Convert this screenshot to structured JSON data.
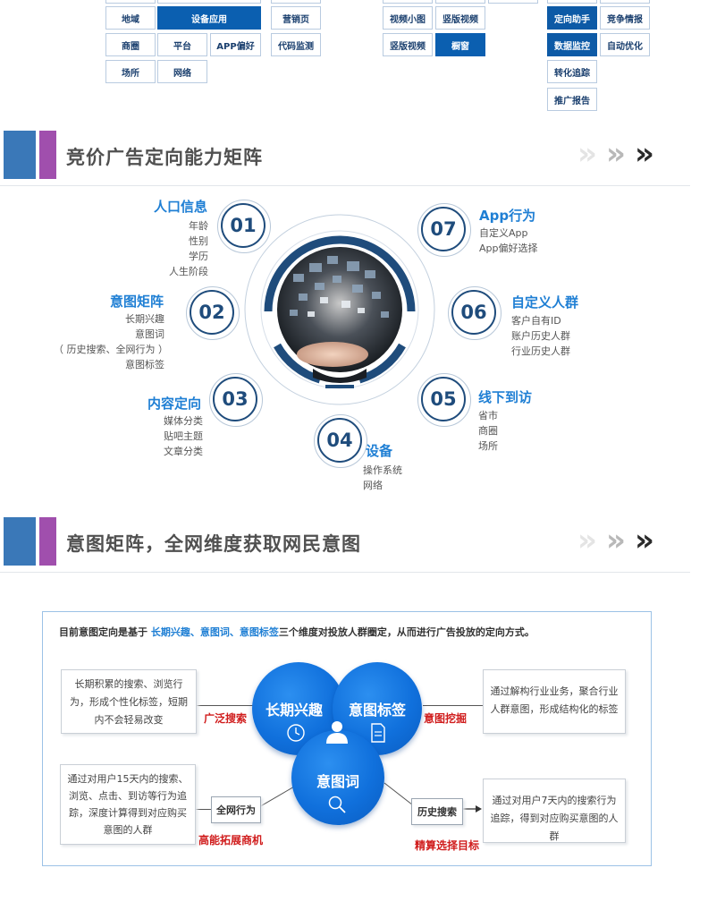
{
  "tags": {
    "col1": [
      "地域",
      "设备应用",
      "营销页",
      "商圈",
      "平台",
      "APP偏好",
      "代码监测",
      "场所",
      "网络"
    ],
    "col2": [
      "视频小图",
      "竖版视频",
      "竖版视频",
      "橱窗"
    ],
    "col3": [
      "定向助手",
      "竞争情报",
      "数据监控",
      "自动优化",
      "转化追踪",
      "推广报告"
    ]
  },
  "section1": {
    "title": "竞价广告定向能力矩阵"
  },
  "capabilities": [
    {
      "num": "01",
      "title": "人口信息",
      "items": [
        "年龄",
        "性别",
        "学历",
        "人生阶段"
      ]
    },
    {
      "num": "02",
      "title": "意图矩阵",
      "items": [
        "长期兴趣",
        "意图词",
        "（ 历史搜索、全网行为 ）",
        "意图标签"
      ]
    },
    {
      "num": "03",
      "title": "内容定向",
      "items": [
        "媒体分类",
        "贴吧主题",
        "文章分类"
      ]
    },
    {
      "num": "04",
      "title": "设备",
      "items": [
        "操作系统",
        "网络"
      ]
    },
    {
      "num": "05",
      "title": "线下到访",
      "items": [
        "省市",
        "商圈",
        "场所"
      ]
    },
    {
      "num": "06",
      "title": "自定义人群",
      "items": [
        "客户自有ID",
        "账户历史人群",
        "行业历史人群"
      ]
    },
    {
      "num": "07",
      "title": "App行为",
      "items": [
        "自定义App",
        "App偏好选择"
      ]
    }
  ],
  "section2": {
    "title": "意图矩阵，全网维度获取网民意图"
  },
  "intent": {
    "head_pre": "目前意图定向是基于 ",
    "head_hl": "长期兴趣、意图词、意图标签",
    "head_post": "三个维度对投放人群圈定，从而进行广告投放的定向方式。",
    "desc_long_term": "长期积累的搜索、浏览行为，形成个性化标签，短期内不会轻易改变",
    "desc_tag": "通过解构行业业务，聚合行业人群意图，形成结构化的标签",
    "desc_15days": "通过对用户15天内的搜索、浏览、点击、到访等行为追踪，深度计算得到对应购买意图的人群",
    "desc_7days": "通过对用户7天内的搜索行为追踪，得到对应购买意图的人群",
    "circle_long_term": "长期兴趣",
    "circle_tag": "意图标签",
    "circle_word": "意图词",
    "label_broad": "广泛搜索",
    "label_mining": "意图挖掘",
    "label_expand": "高能拓展商机",
    "label_precise": "精算选择目标",
    "box_web": "全网行为",
    "box_history": "历史搜索"
  }
}
